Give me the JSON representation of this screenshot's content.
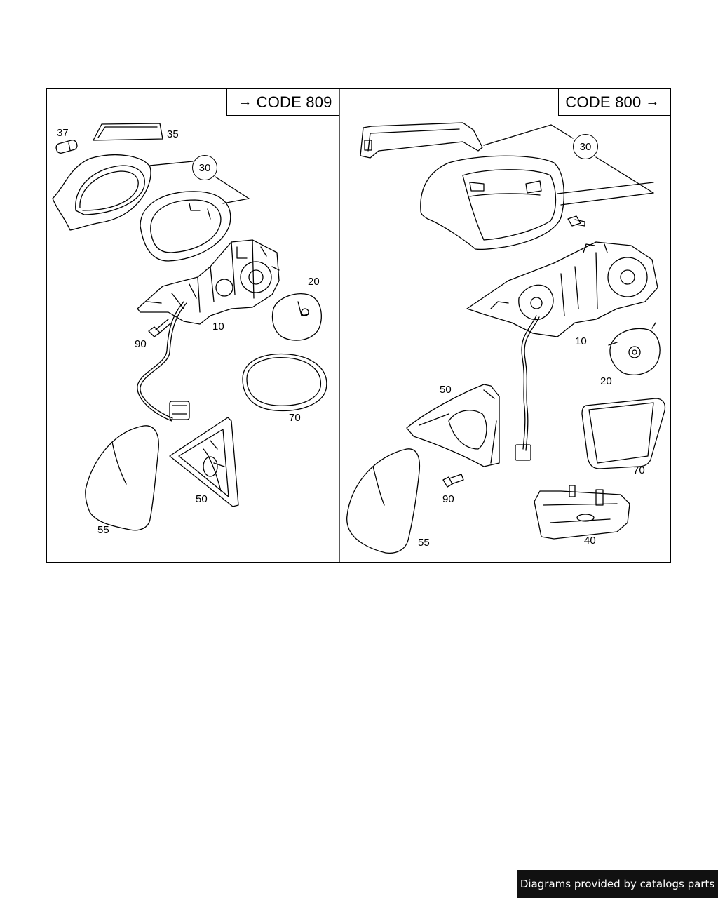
{
  "panels": {
    "left": {
      "code_label": "CODE 809",
      "arrow": "→"
    },
    "right": {
      "code_label": "CODE 800",
      "arrow": "→"
    }
  },
  "callouts": {
    "left": {
      "p37": "37",
      "p35": "35",
      "p30": "30",
      "p20": "20",
      "p10": "10",
      "p90": "90",
      "p70": "70",
      "p50": "50",
      "p55": "55"
    },
    "right": {
      "p30": "30",
      "p10": "10",
      "p50": "50",
      "p20": "20",
      "p70": "70",
      "p90": "90",
      "p55": "55",
      "p40": "40"
    }
  },
  "footer": {
    "credit": "Diagrams provided by catalogs parts"
  }
}
